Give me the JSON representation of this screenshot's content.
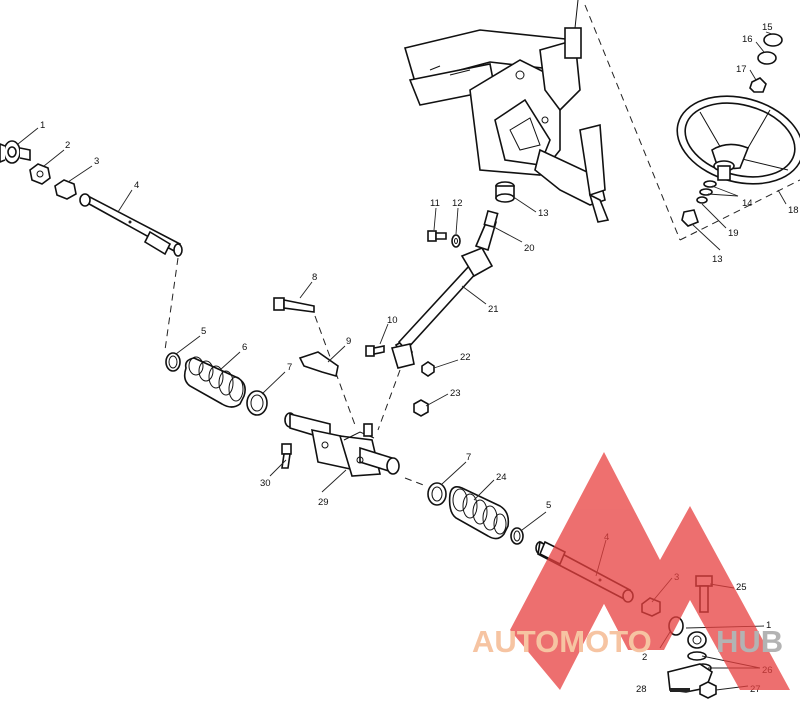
{
  "diagram": {
    "callouts": [
      {
        "id": "c1a",
        "text": "1"
      },
      {
        "id": "c2a",
        "text": "2"
      },
      {
        "id": "c3a",
        "text": "3"
      },
      {
        "id": "c4a",
        "text": "4"
      },
      {
        "id": "c5a",
        "text": "5"
      },
      {
        "id": "c6",
        "text": "6"
      },
      {
        "id": "c7a",
        "text": "7"
      },
      {
        "id": "c8",
        "text": "8"
      },
      {
        "id": "c9a",
        "text": "9"
      },
      {
        "id": "c10",
        "text": "10"
      },
      {
        "id": "c11",
        "text": "11"
      },
      {
        "id": "c12",
        "text": "12"
      },
      {
        "id": "c13a",
        "text": "13"
      },
      {
        "id": "c13b",
        "text": "13"
      },
      {
        "id": "c14",
        "text": "14"
      },
      {
        "id": "c15",
        "text": "15"
      },
      {
        "id": "c16",
        "text": "16"
      },
      {
        "id": "c17",
        "text": "17"
      },
      {
        "id": "c18",
        "text": "18"
      },
      {
        "id": "c19",
        "text": "19"
      },
      {
        "id": "c20",
        "text": "20"
      },
      {
        "id": "c21",
        "text": "21"
      },
      {
        "id": "c22",
        "text": "22"
      },
      {
        "id": "c23",
        "text": "23"
      },
      {
        "id": "c24",
        "text": "24"
      },
      {
        "id": "c5b",
        "text": "5"
      },
      {
        "id": "c7b",
        "text": "7"
      },
      {
        "id": "c4b",
        "text": "4"
      },
      {
        "id": "c3b",
        "text": "3"
      },
      {
        "id": "c25",
        "text": "25"
      },
      {
        "id": "c1b",
        "text": "1"
      },
      {
        "id": "c2b",
        "text": "2"
      },
      {
        "id": "c26",
        "text": "26"
      },
      {
        "id": "c27",
        "text": "27"
      },
      {
        "id": "c28",
        "text": "28"
      },
      {
        "id": "c29",
        "text": "29"
      },
      {
        "id": "c30",
        "text": "30"
      }
    ]
  },
  "watermark": {
    "text_part1": "AUTOMOTO",
    "text_part2": "HUB",
    "colors": {
      "orange": "#f4b183",
      "red": "#e8403f",
      "gray": "#9a9a9a"
    }
  }
}
